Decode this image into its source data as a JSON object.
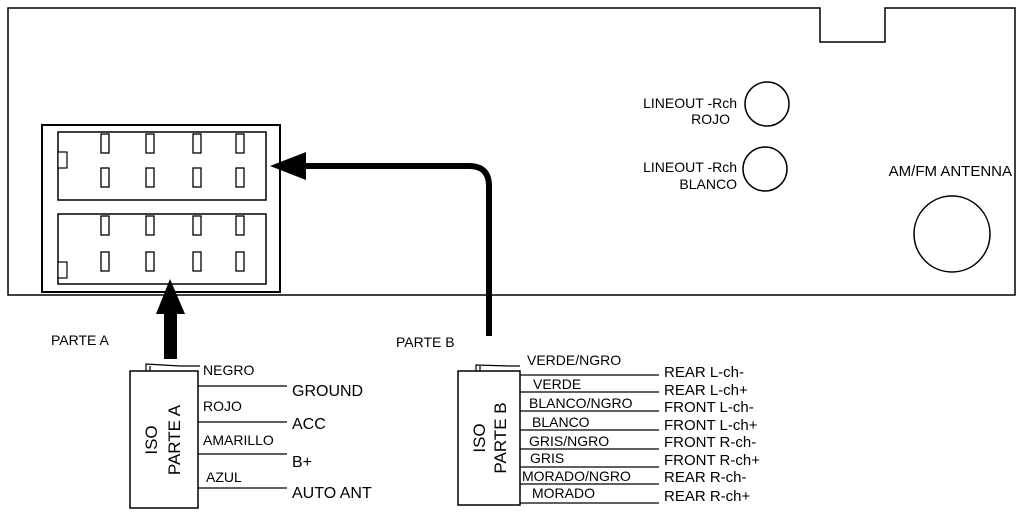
{
  "ports": {
    "lineout_r_label": "LINEOUT -Rch",
    "lineout_r_color": "ROJO",
    "lineout_l_label": "LINEOUT -Rch",
    "lineout_l_color": "BLANCO",
    "antenna_label": "AM/FM ANTENNA"
  },
  "parte_a": {
    "title": "PARTE A",
    "iso_line1": "ISO",
    "iso_line2": "PARTE A",
    "wires": [
      {
        "color": "NEGRO",
        "function": "GROUND"
      },
      {
        "color": "ROJO",
        "function": "ACC"
      },
      {
        "color": "AMARILLO",
        "function": "B+"
      },
      {
        "color": "AZUL",
        "function": "AUTO ANT"
      }
    ]
  },
  "parte_b": {
    "title": "PARTE B",
    "iso_line1": "ISO",
    "iso_line2": "PARTE B",
    "wires": [
      {
        "color": "VERDE/NGRO",
        "function": "REAR L-ch-"
      },
      {
        "color": "VERDE",
        "function": "REAR L-ch+"
      },
      {
        "color": "BLANCO/NGRO",
        "function": "FRONT L-ch-"
      },
      {
        "color": "BLANCO",
        "function": "FRONT L-ch+"
      },
      {
        "color": "GRIS/NGRO",
        "function": "FRONT R-ch-"
      },
      {
        "color": "GRIS",
        "function": "FRONT R-ch+"
      },
      {
        "color": "MORADO/NGRO",
        "function": "REAR R-ch-"
      },
      {
        "color": "MORADO",
        "function": "REAR R-ch+"
      }
    ]
  }
}
